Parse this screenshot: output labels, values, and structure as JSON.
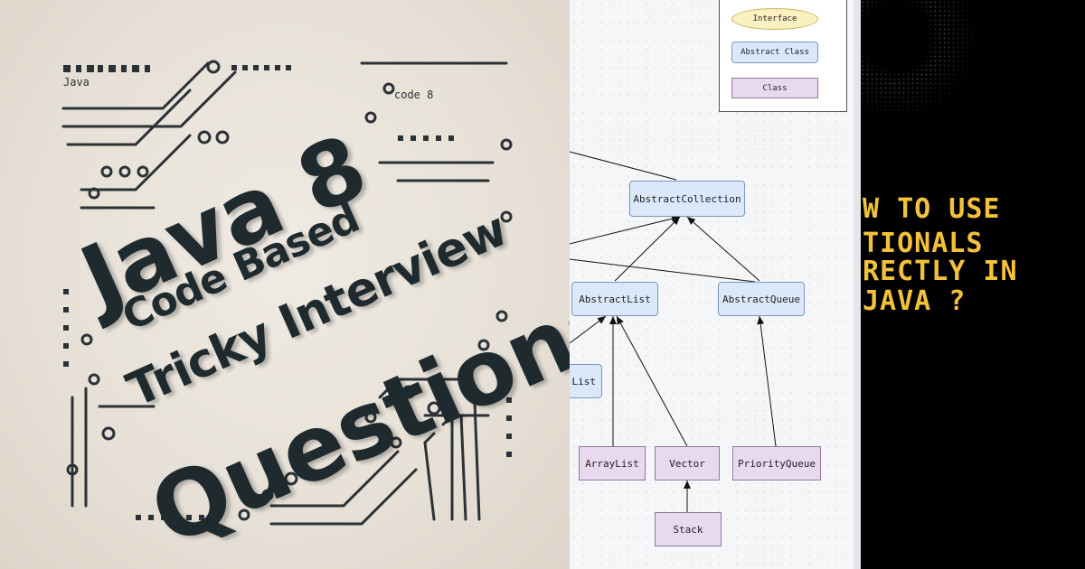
{
  "poster": {
    "line1": "Java 8",
    "line2": "Code Based",
    "line3": "Tricky Interview",
    "line4": "Questions",
    "deco_text": [
      "Java",
      "code 8"
    ],
    "colors": {
      "background": "#e6e0d6",
      "ink": "#1f2a2e"
    }
  },
  "diagram": {
    "legend": {
      "interface": "Interface",
      "abstract_class": "Abstract Class",
      "class": "Class"
    },
    "nodes": {
      "abstract_collection": "AbstractCollection",
      "abstract_list": "AbstractList",
      "abstract_queue": "AbstractQueue",
      "list_partial": "List",
      "array_list": "ArrayList",
      "vector": "Vector",
      "priority_queue": "PriorityQueue",
      "stack": "Stack"
    },
    "colors": {
      "interface": "#fbf1c0",
      "abstract": "#dbe8fa",
      "class": "#e8d9ef"
    }
  },
  "optionals": {
    "lines": [
      "W TO USE",
      "TIONALS",
      "RECTLY IN",
      "JAVA ?"
    ],
    "colors": {
      "text": "#f3c23a",
      "background": "#000000"
    }
  }
}
